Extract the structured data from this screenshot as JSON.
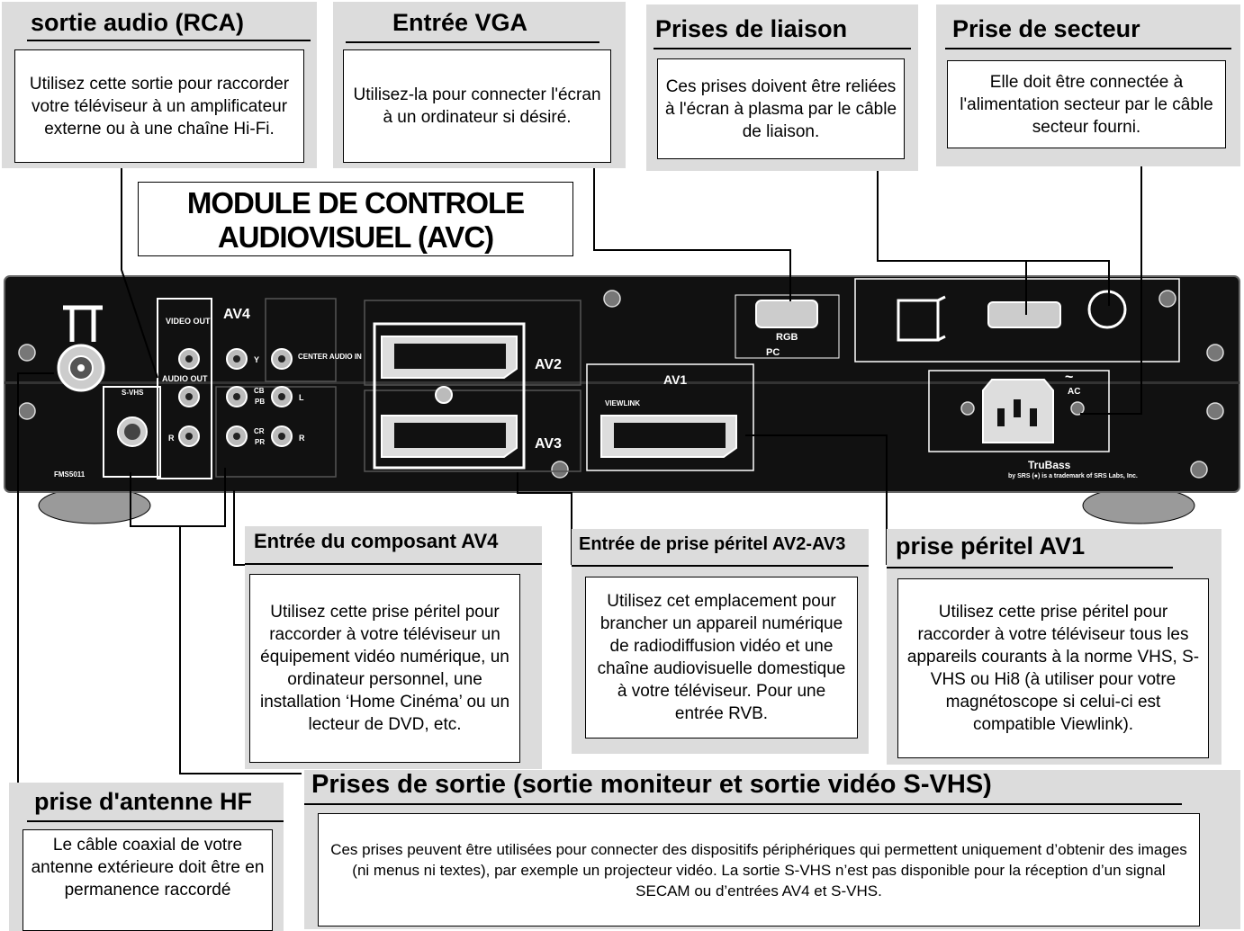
{
  "module_title": {
    "line1": "MODULE DE CONTROLE",
    "line2": "AUDIOVISUEL (AVC)"
  },
  "callouts": {
    "audio_out": {
      "title": "sortie audio (RCA)",
      "body": "Utilisez cette sortie pour raccorder votre téléviseur à un amplificateur externe ou à une chaîne Hi-Fi."
    },
    "vga": {
      "title": "Entrée VGA",
      "body": "Utilisez-la pour connecter l'écran à un ordinateur si désiré."
    },
    "liaison": {
      "title": "Prises de liaison",
      "body": "Ces prises doivent être reliées à l'écran à plasma par le câble de liaison."
    },
    "secteur": {
      "title": "Prise de secteur",
      "body": "Elle doit être connectée à l'alimentation secteur par le câble secteur fourni."
    },
    "av4": {
      "title": "Entrée du composant AV4",
      "body": "Utilisez cette prise péritel pour raccorder à votre téléviseur un équipement vidéo numérique, un ordinateur personnel, une installation ‘Home Cinéma’ ou un lecteur de DVD, etc."
    },
    "av2av3": {
      "title": "Entrée de prise péritel AV2-AV3",
      "body": "Utilisez cet emplacement pour brancher un appareil numérique de radiodiffusion vidéo et une chaîne audiovisuelle domestique à votre téléviseur. Pour une entrée RVB."
    },
    "av1": {
      "title": "prise péritel AV1",
      "body": "Utilisez cette prise péritel pour raccorder à votre téléviseur tous les appareils courants à la norme VHS, S-VHS ou Hi8 (à utiliser pour votre magnétoscope si celui-ci est compatible Viewlink)."
    },
    "sortie": {
      "title": "Prises de sortie (sortie moniteur et sortie vidéo S-VHS)",
      "body": "Ces prises peuvent être utilisées pour connecter des dispositifs périphériques qui permettent uniquement d’obtenir des images (ni menus ni textes), par exemple un projecteur vidéo. La sortie S-VHS n’est pas disponible pour la réception d’un signal SECAM ou d’entrées AV4 et S-VHS."
    },
    "antenne": {
      "title": "prise d'antenne HF",
      "body": "Le câble coaxial de votre antenne extérieure doit être en permanence raccordé"
    }
  },
  "panel_labels": {
    "video_out": "VIDEO OUT",
    "audio_out": "AUDIO OUT",
    "svhs": "S-VHS",
    "av4": "AV4",
    "center_audio_in": "CENTER AUDIO IN",
    "y": "Y",
    "cb": "CB",
    "pb": "PB",
    "cr": "CR",
    "pr": "PR",
    "l": "L",
    "r": "R",
    "av2": "AV2",
    "av3": "AV3",
    "av1": "AV1",
    "viewlink": "VIEWLINK",
    "rgb": "RGB",
    "pc": "PC",
    "ac": "AC",
    "fms": "FMS5011",
    "trubass": "TruBass",
    "srs_note": "by SRS (●) is a trademark of SRS Labs, Inc."
  },
  "colors": {
    "panel": "#111111",
    "callout_bg": "#dcdcdc",
    "foot": "#9a9a9a"
  }
}
